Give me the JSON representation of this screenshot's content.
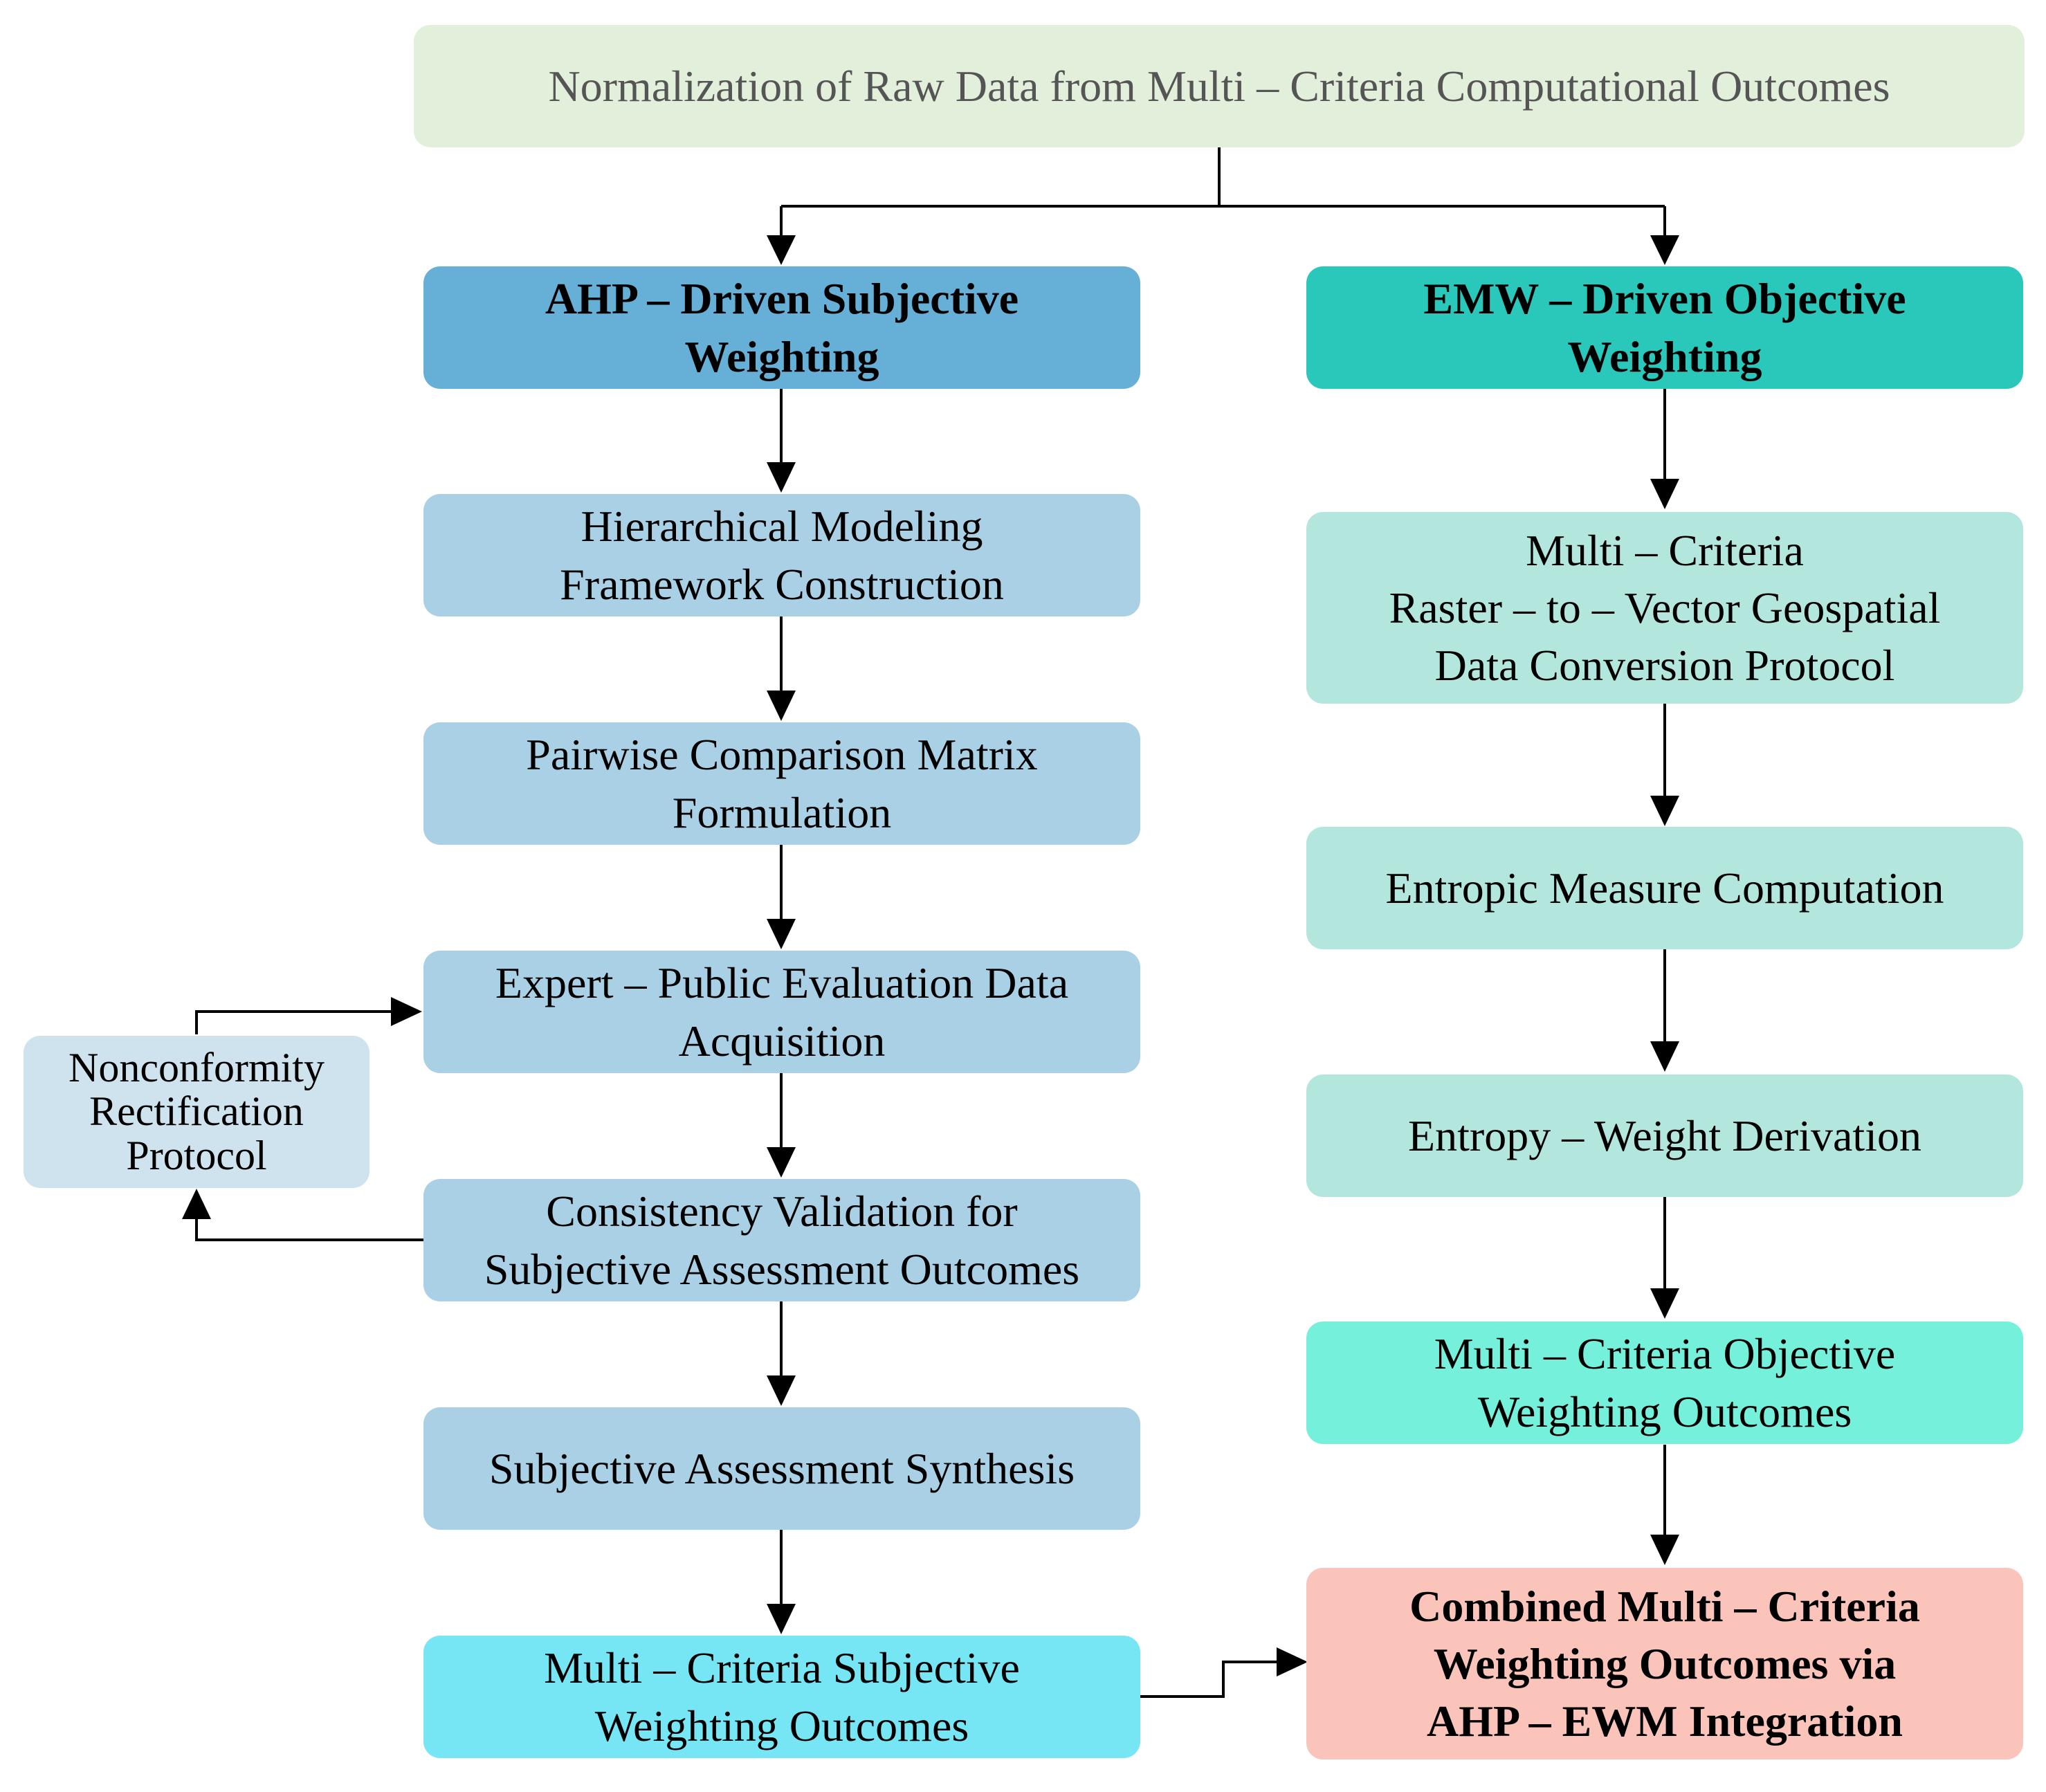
{
  "diagram": {
    "colors": {
      "top": "#e2efdb",
      "ahp_header": "#66b0d7",
      "ahp_step": "#aad0e5",
      "ahp_nonconf": "#cfe3ef",
      "ahp_result": "#76e6f5",
      "emw_header": "#29c8bb",
      "emw_step": "#b3e6dd",
      "emw_result": "#75f0da",
      "combined": "#fbc4bb",
      "edge": "#000000"
    },
    "top": "Normalization of Raw Data from Multi – Criteria Computational Outcomes",
    "ahp": {
      "header": "AHP – Driven Subjective\nWeighting",
      "steps": [
        "Hierarchical Modeling\nFramework Construction",
        "Pairwise Comparison Matrix\nFormulation",
        "Expert – Public Evaluation Data\nAcquisition",
        "Consistency Validation for\nSubjective Assessment Outcomes",
        "Subjective Assessment Synthesis"
      ],
      "result": "Multi – Criteria Subjective\nWeighting Outcomes",
      "nonconformity": "Nonconformity\nRectification\nProtocol"
    },
    "emw": {
      "header": "EMW – Driven Objective\nWeighting",
      "steps": [
        "Multi – Criteria\nRaster – to – Vector Geospatial\nData Conversion Protocol",
        "Entropic Measure Computation",
        "Entropy – Weight Derivation"
      ],
      "result": "Multi – Criteria Objective\nWeighting Outcomes"
    },
    "combined": "Combined Multi – Criteria\nWeighting Outcomes via\nAHP – EWM Integration"
  }
}
